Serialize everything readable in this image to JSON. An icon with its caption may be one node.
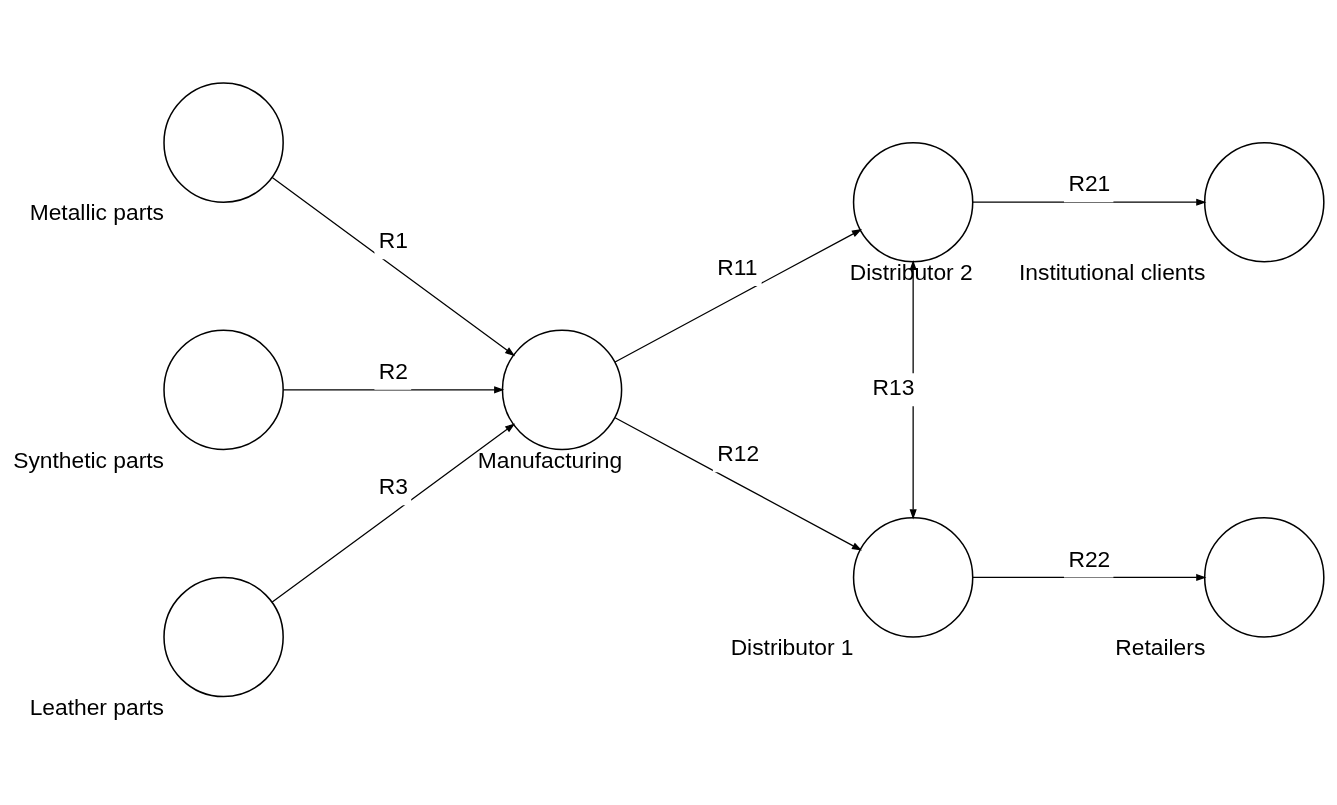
{
  "diagram": {
    "nodes": [
      {
        "text": [],
        "shape": "circle",
        "beside": [
          "Metallic parts"
        ]
      },
      {
        "text": [],
        "shape": "circle",
        "beside": [
          "Synthetic parts"
        ]
      },
      {
        "text": [],
        "shape": "circle",
        "beside": [
          "Leather parts"
        ]
      },
      {
        "text": [],
        "shape": "circle",
        "beside": [
          "Manufacturing"
        ]
      },
      {
        "text": [],
        "shape": "circle",
        "beside": [
          "Distributor 2"
        ]
      },
      {
        "text": [],
        "shape": "circle",
        "beside": [
          "Distributor 1"
        ]
      },
      {
        "text": [],
        "shape": "circle",
        "beside": [
          "Institutional clients"
        ]
      },
      {
        "text": [],
        "shape": "circle",
        "beside": [
          "Retailers"
        ]
      }
    ],
    "edges": [
      {
        "from": 0,
        "to": 3,
        "arrow": "to",
        "label": "R1"
      },
      {
        "from": 1,
        "to": 3,
        "arrow": "to",
        "label": "R2"
      },
      {
        "from": 2,
        "to": 3,
        "arrow": "to",
        "label": "R3"
      },
      {
        "from": 3,
        "to": 4,
        "arrow": "to",
        "label": "R11"
      },
      {
        "from": 3,
        "to": 5,
        "arrow": "to",
        "label": "R12"
      },
      {
        "from": 4,
        "to": 5,
        "arrow": "both",
        "label": "R13"
      },
      {
        "from": 4,
        "to": 6,
        "arrow": "to",
        "label": "R21"
      },
      {
        "from": 5,
        "to": 7,
        "arrow": "to",
        "label": "R22"
      }
    ]
  }
}
